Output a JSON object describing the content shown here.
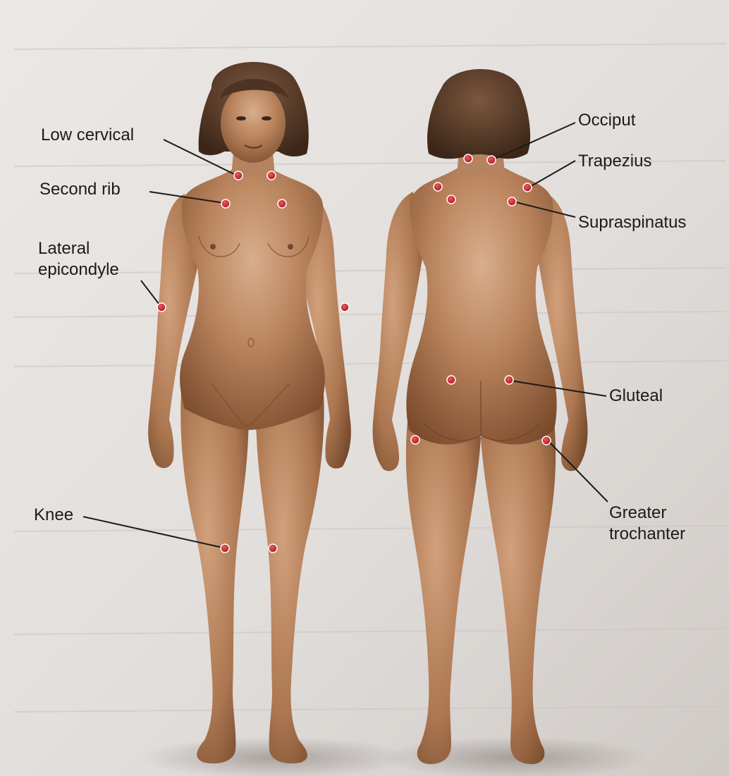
{
  "diagram": {
    "labels": {
      "low_cervical": "Low cervical",
      "second_rib": "Second rib",
      "lateral_epicondyle_line1": "Lateral",
      "lateral_epicondyle_line2": "epicondyle",
      "knee": "Knee",
      "occiput": "Occiput",
      "trapezius": "Trapezius",
      "supraspinatus": "Supraspinatus",
      "gluteal": "Gluteal",
      "greater_trochanter_line1": "Greater",
      "greater_trochanter_line2": "trochanter"
    },
    "figures": [
      "front-view-figure",
      "back-view-figure"
    ],
    "colors": {
      "page": "#e3dfdc",
      "skin": "#b07c57",
      "skin_shadow": "#6e4327",
      "hair": "#4f3322",
      "tender_point": "#c0272a",
      "leader_line": "#1d1a18",
      "label_text": "#1d1a18"
    }
  }
}
